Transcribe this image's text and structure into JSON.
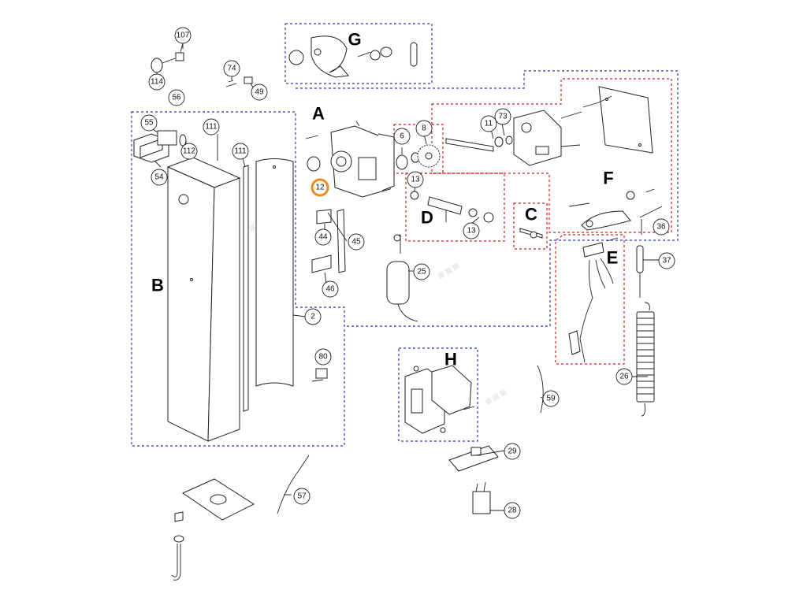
{
  "group_labels": {
    "A": "A",
    "B": "B",
    "C": "C",
    "D": "D",
    "E": "E",
    "F": "F",
    "G": "G",
    "H": "H"
  },
  "part_numbers": {
    "p107": "107",
    "p114": "114",
    "p74": "74",
    "p49": "49",
    "p56": "56",
    "p55": "55",
    "p111a": "111",
    "p111b": "111",
    "p112": "112",
    "p54": "54",
    "p12": "12",
    "p6": "6",
    "p8": "8",
    "p11": "11",
    "p73": "73",
    "p13a": "13",
    "p13b": "13",
    "p36": "36",
    "p37": "37",
    "p44": "44",
    "p45": "45",
    "p46": "46",
    "p25": "25",
    "p2": "2",
    "p80": "80",
    "p59": "59",
    "p26": "26",
    "p29": "29",
    "p28": "28",
    "p57": "57"
  },
  "highlighted_part": "12",
  "colors": {
    "group_box_blue": "#2a37b8",
    "group_box_red": "#d12020",
    "highlight": "#f08a1c"
  }
}
